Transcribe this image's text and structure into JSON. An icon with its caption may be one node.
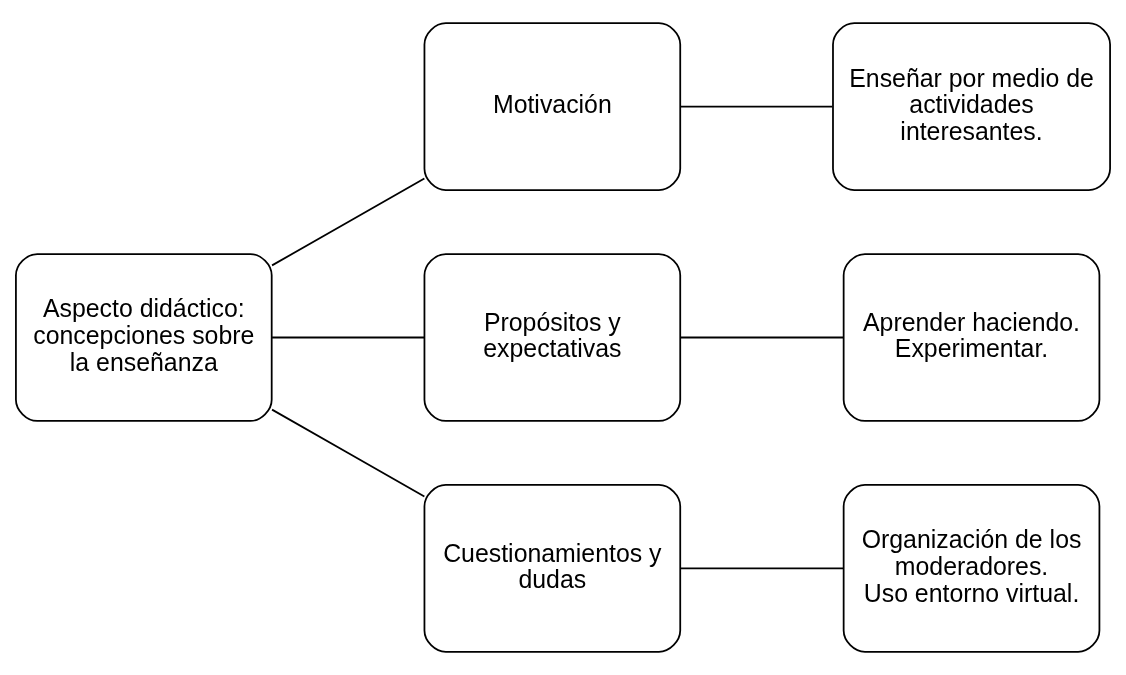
{
  "diagram": {
    "nodes": [
      {
        "text": [
          "Aspecto didáctico: concepciones sobre la enseñanza"
        ]
      },
      {
        "text": [
          "Motivación"
        ]
      },
      {
        "text": [
          "Propósitos y expectativas"
        ]
      },
      {
        "text": [
          "Cuestionamientos y dudas"
        ]
      },
      {
        "text": [
          "Enseñar por medio de actividades interesantes."
        ]
      },
      {
        "text": [
          "Aprender haciendo.",
          "Experimentar."
        ]
      },
      {
        "text": [
          "Organización de los moderadores.",
          "Uso entorno virtual."
        ]
      }
    ],
    "edges": [
      {
        "from": 0,
        "to": 1,
        "arrow": "none"
      },
      {
        "from": 0,
        "to": 2,
        "arrow": "none"
      },
      {
        "from": 0,
        "to": 3,
        "arrow": "none"
      },
      {
        "from": 1,
        "to": 4,
        "arrow": "none"
      },
      {
        "from": 2,
        "to": 5,
        "arrow": "none"
      },
      {
        "from": 3,
        "to": 6,
        "arrow": "none"
      }
    ]
  }
}
